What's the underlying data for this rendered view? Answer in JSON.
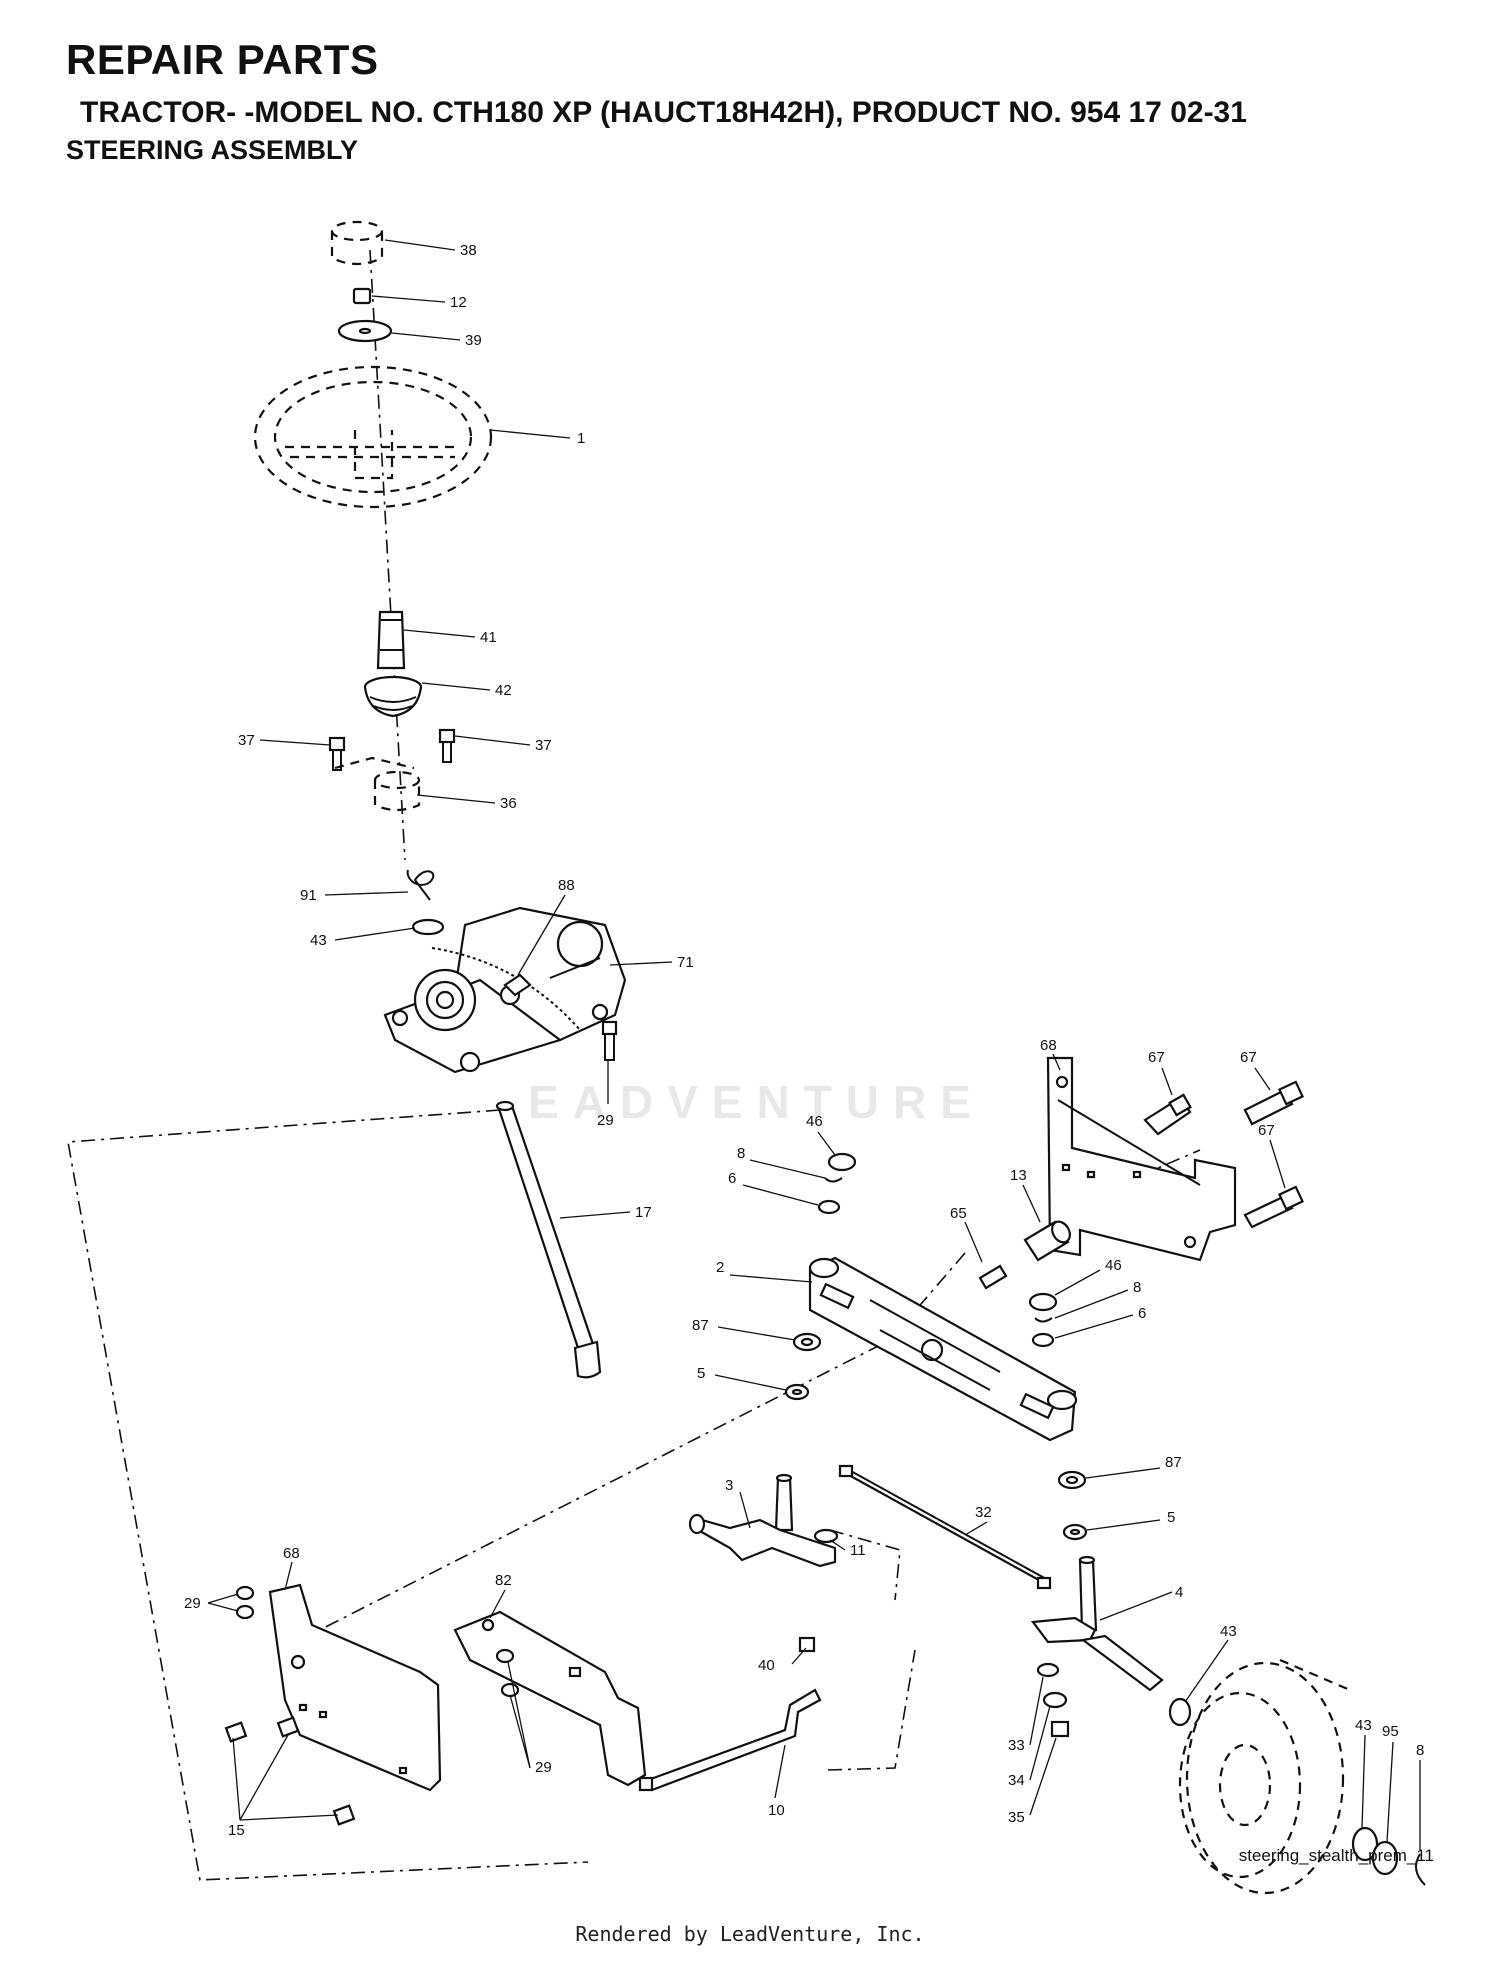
{
  "header": {
    "title": "REPAIR PARTS",
    "subtitle": " TRACTOR- -MODEL NO. CTH180 XP (HAUCT18H42H), PRODUCT NO. 954 17 02-31",
    "section": "STEERING ASSEMBLY"
  },
  "watermark": "EADVENTURE",
  "footer": {
    "diagram_ref": "steering_stealth_prem_11",
    "credit": "Rendered by LeadVenture, Inc."
  },
  "callouts": [
    {
      "id": "c38",
      "label": "38"
    },
    {
      "id": "c12",
      "label": "12"
    },
    {
      "id": "c39",
      "label": "39"
    },
    {
      "id": "c1",
      "label": "1"
    },
    {
      "id": "c41",
      "label": "41"
    },
    {
      "id": "c42",
      "label": "42"
    },
    {
      "id": "c37a",
      "label": "37"
    },
    {
      "id": "c37b",
      "label": "37"
    },
    {
      "id": "c36",
      "label": "36"
    },
    {
      "id": "c91",
      "label": "91"
    },
    {
      "id": "c88",
      "label": "88"
    },
    {
      "id": "c43a",
      "label": "43"
    },
    {
      "id": "c71",
      "label": "71"
    },
    {
      "id": "c29a",
      "label": "29"
    },
    {
      "id": "c17",
      "label": "17"
    },
    {
      "id": "c68a",
      "label": "68"
    },
    {
      "id": "c67a",
      "label": "67"
    },
    {
      "id": "c67b",
      "label": "67"
    },
    {
      "id": "c67c",
      "label": "67"
    },
    {
      "id": "c46a",
      "label": "46"
    },
    {
      "id": "c8a",
      "label": "8"
    },
    {
      "id": "c6a",
      "label": "6"
    },
    {
      "id": "c13",
      "label": "13"
    },
    {
      "id": "c65",
      "label": "65"
    },
    {
      "id": "c2",
      "label": "2"
    },
    {
      "id": "c46b",
      "label": "46"
    },
    {
      "id": "c8b",
      "label": "8"
    },
    {
      "id": "c6b",
      "label": "6"
    },
    {
      "id": "c87a",
      "label": "87"
    },
    {
      "id": "c5a",
      "label": "5"
    },
    {
      "id": "c87b",
      "label": "87"
    },
    {
      "id": "c5b",
      "label": "5"
    },
    {
      "id": "c3",
      "label": "3"
    },
    {
      "id": "c11",
      "label": "11"
    },
    {
      "id": "c32",
      "label": "32"
    },
    {
      "id": "c4",
      "label": "4"
    },
    {
      "id": "c68b",
      "label": "68"
    },
    {
      "id": "c29b",
      "label": "29"
    },
    {
      "id": "c82",
      "label": "82"
    },
    {
      "id": "c40",
      "label": "40"
    },
    {
      "id": "c43b",
      "label": "43"
    },
    {
      "id": "c43c",
      "label": "43"
    },
    {
      "id": "c95",
      "label": "95"
    },
    {
      "id": "c8c",
      "label": "8"
    },
    {
      "id": "c33",
      "label": "33"
    },
    {
      "id": "c34",
      "label": "34"
    },
    {
      "id": "c35",
      "label": "35"
    },
    {
      "id": "c10",
      "label": "10"
    },
    {
      "id": "c15",
      "label": "15"
    },
    {
      "id": "c29c",
      "label": "29"
    }
  ]
}
